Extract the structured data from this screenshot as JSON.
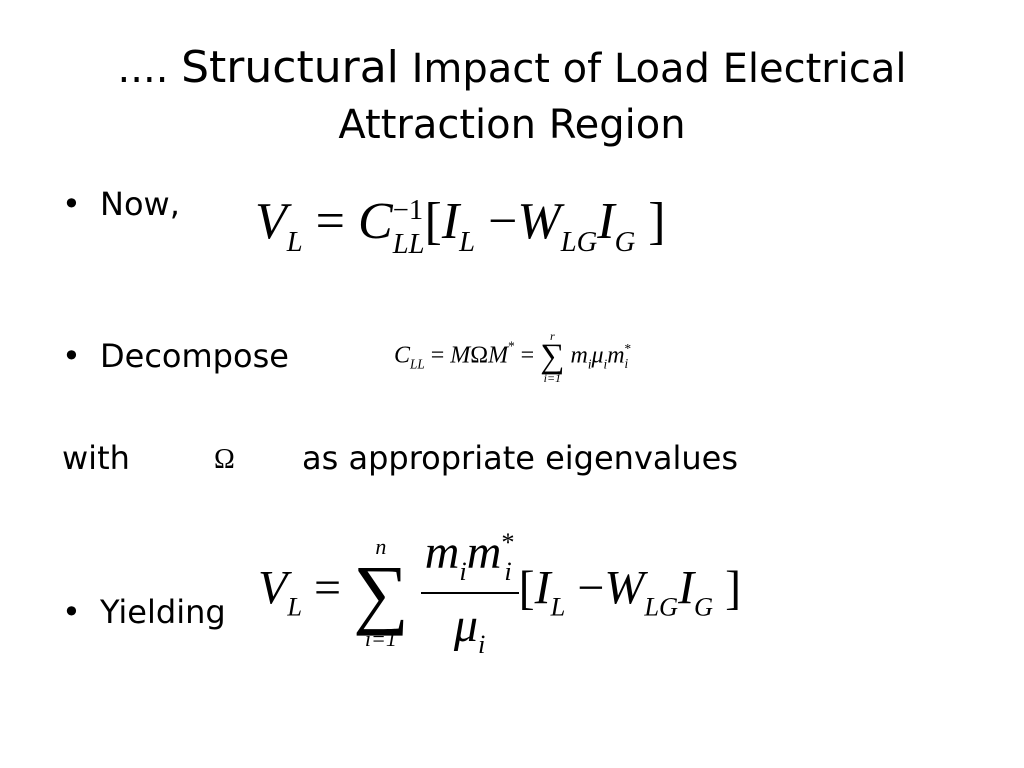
{
  "title": {
    "prefix": "....",
    "main_word": "Structural",
    "rest_line1": "Impact of Load Electrical",
    "rest_line2": "Attraction Region"
  },
  "bullets": [
    {
      "marker": "•",
      "text": "Now,"
    },
    {
      "marker": "•",
      "text": "Decompose"
    },
    {
      "marker": "•",
      "text": "Yielding"
    }
  ],
  "with_line": {
    "left": "with",
    "symbol": "Ω",
    "right": "as appropriate  eigenvalues"
  },
  "eq1": {
    "V": "V",
    "L": "L",
    "eq": "=",
    "C": "C",
    "LL": "LL",
    "inv": "−1",
    "lb": "[",
    "I": "I",
    "minus": "−",
    "W": "W",
    "LG": "LG",
    "G": "G",
    "rb": "]"
  },
  "eq2": {
    "C": "C",
    "LL": "LL",
    "eq": "=",
    "M1": "M",
    "Omega": "Ω",
    "M2": "M",
    "star": "*",
    "eq2": "=",
    "sum": "∑",
    "upper": "r",
    "lower": "i=1",
    "m": "m",
    "i": "i",
    "mu": "μ",
    "m2": "m"
  },
  "eq3": {
    "V": "V",
    "L": "L",
    "eq": "=",
    "sum": "∑",
    "upper": "n",
    "lower": "i=1",
    "m": "m",
    "i": "i",
    "star": "*",
    "mu": "μ",
    "lb": "[",
    "I": "I",
    "minus": "−",
    "W": "W",
    "LG": "LG",
    "G": "G",
    "rb": "]"
  }
}
